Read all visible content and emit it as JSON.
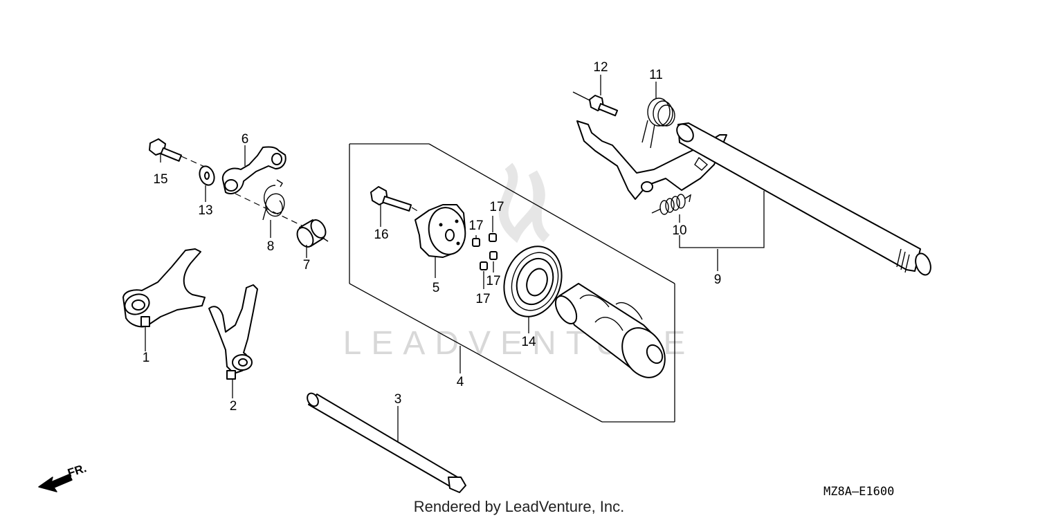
{
  "watermark": "LEADVENTURE",
  "footer": "Rendered by LeadVenture, Inc.",
  "diagram_code": "MZ8A—E1600",
  "direction_label": "FR.",
  "callouts": {
    "c1": "1",
    "c2": "2",
    "c3": "3",
    "c4": "4",
    "c5": "5",
    "c6": "6",
    "c7": "7",
    "c8": "8",
    "c9": "9",
    "c10": "10",
    "c11": "11",
    "c12": "12",
    "c13": "13",
    "c14": "14",
    "c15": "15",
    "c16": "16",
    "c17a": "17",
    "c17b": "17",
    "c17c": "17",
    "c17d": "17"
  }
}
